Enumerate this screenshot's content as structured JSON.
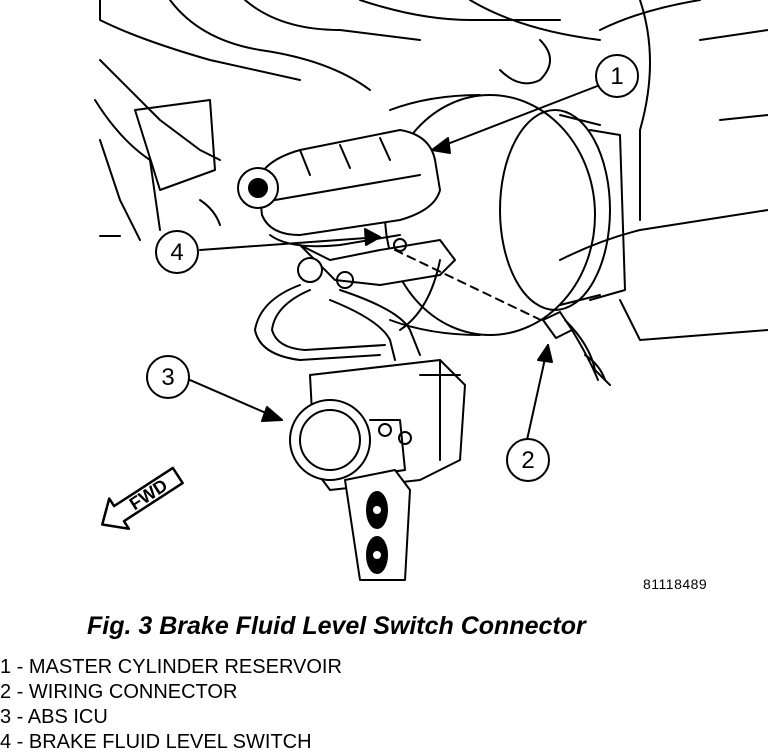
{
  "figure": {
    "number": "81118489",
    "caption": "Fig. 3 Brake Fluid Level Switch Connector"
  },
  "callouts": [
    {
      "id": "1",
      "label": "1"
    },
    {
      "id": "2",
      "label": "2"
    },
    {
      "id": "3",
      "label": "3"
    },
    {
      "id": "4",
      "label": "4"
    }
  ],
  "direction_label": "FWD",
  "legend": [
    "1 - MASTER CYLINDER RESERVOIR",
    "2 - WIRING CONNECTOR",
    "3 - ABS ICU",
    "4 - BRAKE FLUID LEVEL SWITCH"
  ]
}
